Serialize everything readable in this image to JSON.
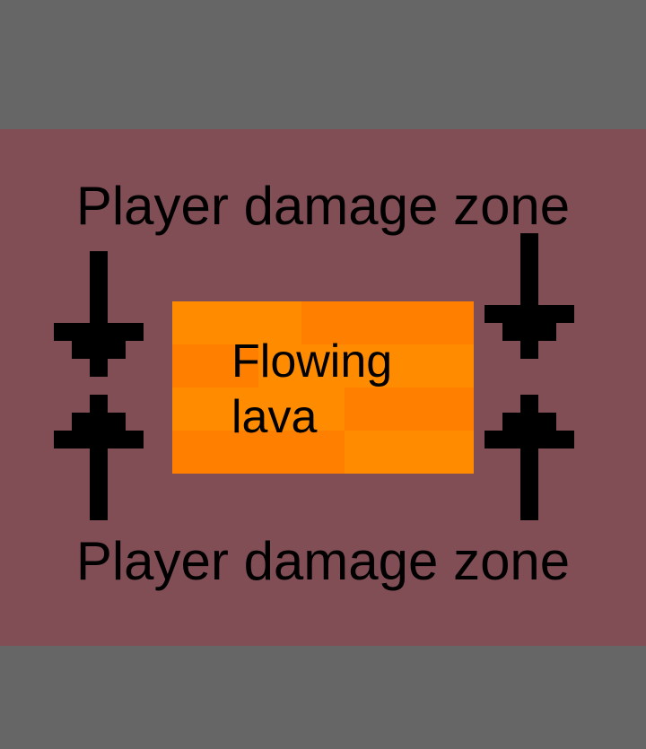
{
  "top_label": "Player damage zone",
  "bottom_label": "Player damage zone",
  "lava": {
    "line1": "Flowing",
    "line2": "lava"
  },
  "colors": {
    "background": "#666666",
    "zone": "#824e56",
    "lava_light": "#ff8c00",
    "lava_dark": "#ff7f00",
    "arrow": "#000000"
  }
}
